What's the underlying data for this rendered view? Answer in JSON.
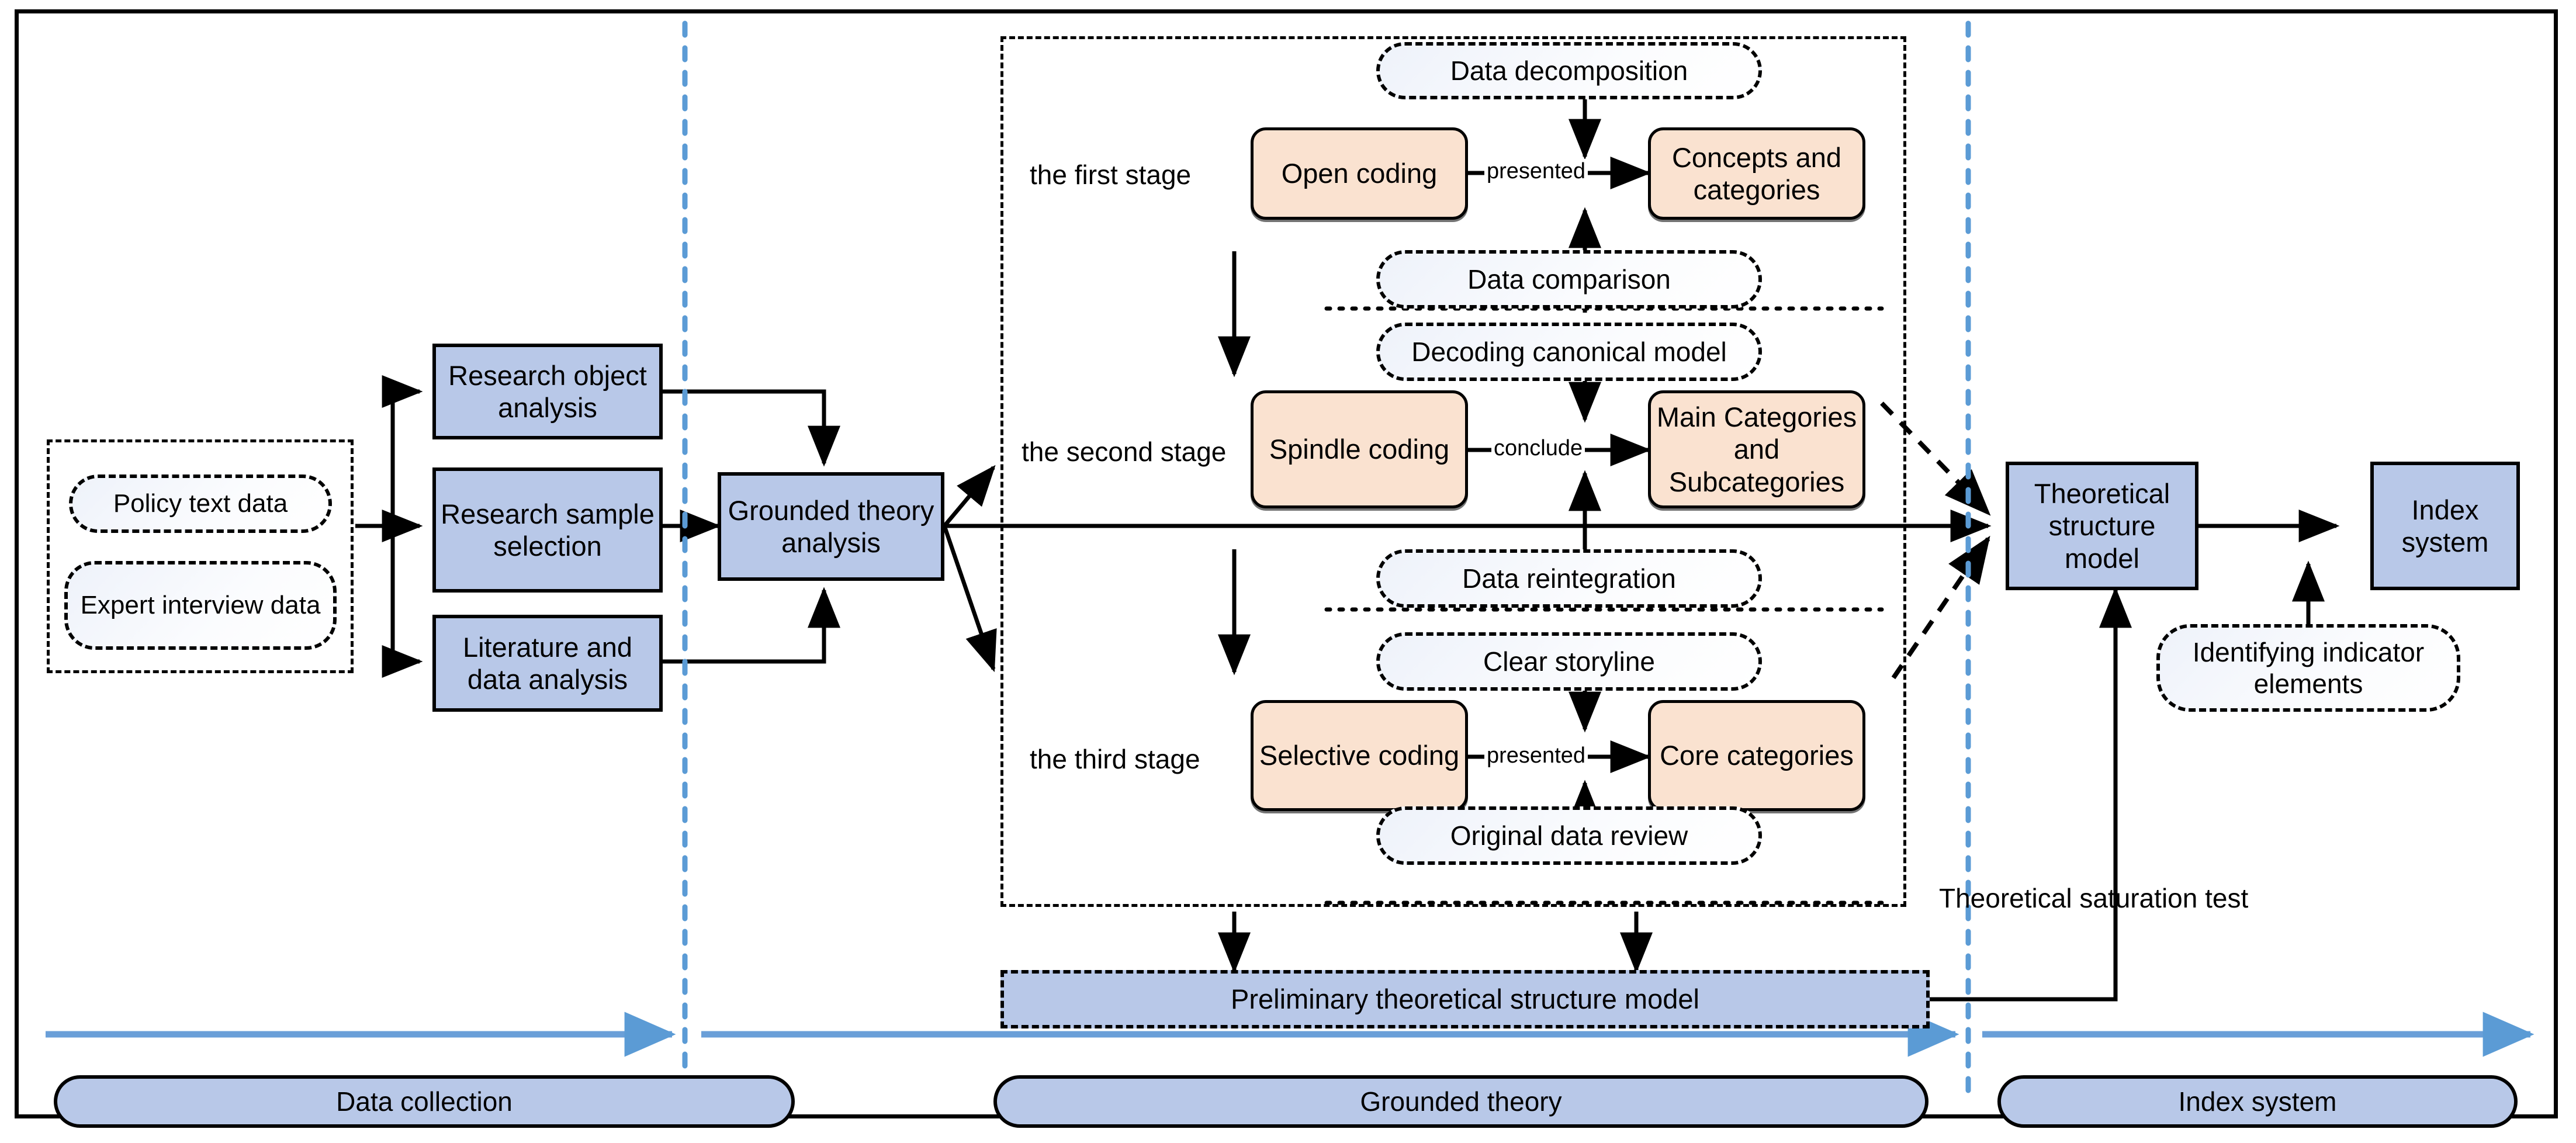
{
  "diagram": {
    "title": "Grounded theory research framework flowchart",
    "colors": {
      "blue_fill": "#b8c8e8",
      "peach_fill": "#fae2d0",
      "note_fill": "#eef2fa",
      "divider_blue": "#5b9bd5",
      "outline": "#000000"
    }
  },
  "data_collection": {
    "sources": [
      {
        "label": "Policy text data"
      },
      {
        "label": "Expert interview data"
      }
    ],
    "steps": [
      {
        "label": "Research object analysis"
      },
      {
        "label": "Research sample selection"
      },
      {
        "label": "Literature and data analysis"
      }
    ],
    "analysis_box": {
      "label": "Grounded theory analysis"
    }
  },
  "grounded_theory": {
    "stages": [
      {
        "stage_label": "the first stage",
        "coding": "Open coding",
        "relation": "presented",
        "output": "Concepts and categories",
        "note_top": "Data decomposition",
        "note_bottom": "Data comparison"
      },
      {
        "stage_label": "the second stage",
        "coding": "Spindle coding",
        "relation": "conclude",
        "output": "Main Categories and Subcategories",
        "note_top": "Decoding canonical model",
        "note_bottom": "Data reintegration"
      },
      {
        "stage_label": "the third stage",
        "coding": "Selective coding",
        "relation": "presented",
        "output": "Core categories",
        "note_top": "Clear storyline",
        "note_bottom": "Original data review"
      }
    ],
    "preliminary_model": "Preliminary theoretical structure model",
    "saturation_label": "Theoretical saturation test"
  },
  "index_system": {
    "theoretical_model": "Theoretical structure model",
    "result": "Index system",
    "note": "Identifying indicator elements"
  },
  "legend": {
    "phases": [
      {
        "label": "Data collection"
      },
      {
        "label": "Grounded theory"
      },
      {
        "label": "Index system"
      }
    ]
  }
}
